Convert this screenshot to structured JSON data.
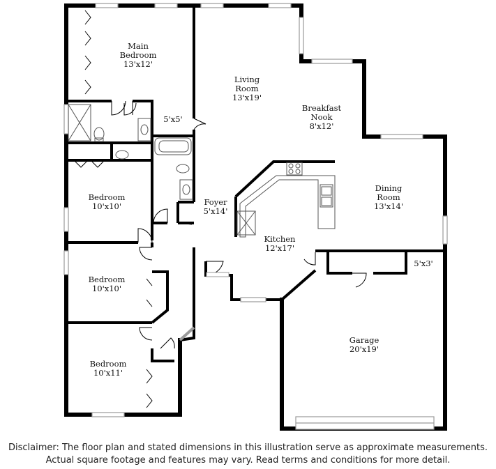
{
  "rooms": {
    "main_bedroom": {
      "name": "Main\nBedroom",
      "dims": "13'x12'"
    },
    "living_room": {
      "name": "Living\nRoom",
      "dims": "13'x19'"
    },
    "breakfast_nook": {
      "name": "Breakfast\nNook",
      "dims": "8'x12'"
    },
    "closet_main": {
      "name": "",
      "dims": "5'x5'"
    },
    "bedroom_2": {
      "name": "Bedroom",
      "dims": "10'x10'"
    },
    "foyer": {
      "name": "Foyer",
      "dims": "5'x14'"
    },
    "dining_room": {
      "name": "Dining\nRoom",
      "dims": "13'x14'"
    },
    "kitchen": {
      "name": "Kitchen",
      "dims": "12'x17'"
    },
    "laundry": {
      "name": "",
      "dims": "5'x3'"
    },
    "bedroom_3": {
      "name": "Bedroom",
      "dims": "10'x10'"
    },
    "garage": {
      "name": "Garage",
      "dims": "20'x19'"
    },
    "bedroom_4": {
      "name": "Bedroom",
      "dims": "10'x11'"
    }
  },
  "disclaimer": {
    "line1": "Disclaimer: The floor plan and stated dimensions in this illustration serve as approximate measurements.",
    "line2": "Actual square footage and features may vary. Read terms and conditions for more detail."
  },
  "colors": {
    "wall": "#000000",
    "window": "#9a9a9a",
    "fixture": "#555555"
  }
}
